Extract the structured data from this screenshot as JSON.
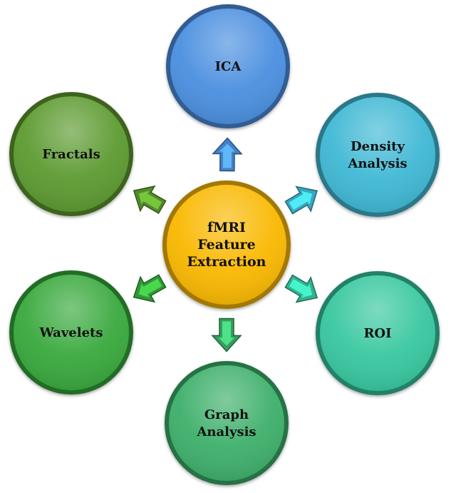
{
  "diagram": {
    "center": {
      "lines": [
        "fMRI",
        "Feature",
        "Extraction"
      ],
      "color": "#F9B800"
    },
    "nodes": [
      {
        "id": "ica",
        "lines": [
          "ICA"
        ],
        "color": "#4A8FE0"
      },
      {
        "id": "density-analysis",
        "lines": [
          "Density",
          "Analysis"
        ],
        "color": "#3FB8D4"
      },
      {
        "id": "roi",
        "lines": [
          "ROI"
        ],
        "color": "#37C79F"
      },
      {
        "id": "graph-analysis",
        "lines": [
          "Graph",
          "Analysis"
        ],
        "color": "#3DAF6A"
      },
      {
        "id": "wavelets",
        "lines": [
          "Wavelets"
        ],
        "color": "#38A83C"
      },
      {
        "id": "fractals",
        "lines": [
          "Fractals"
        ],
        "color": "#5C9A30"
      }
    ]
  }
}
